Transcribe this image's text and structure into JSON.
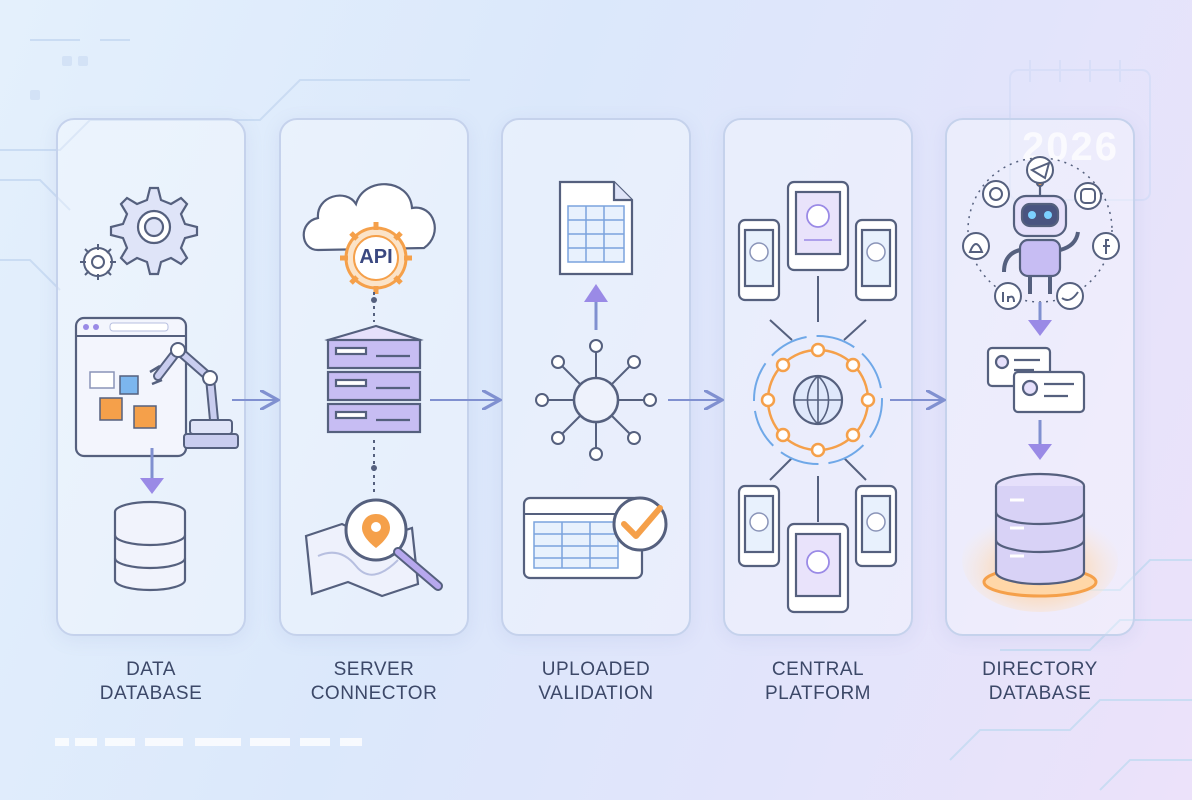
{
  "stages": [
    {
      "line1": "DATA",
      "line2": "DATABASE"
    },
    {
      "line1": "SERVER",
      "line2": "CONNECTOR"
    },
    {
      "line1": "UPLOADED",
      "line2": "VALIDATION"
    },
    {
      "line1": "CENTRAL",
      "line2": "PLATFORM"
    },
    {
      "line1": "DIRECTORY",
      "line2": "DATABASE"
    }
  ],
  "api_label": "API",
  "year_label": "2026",
  "colors": {
    "stroke": "#55607e",
    "accent_purple": "#9a8ae6",
    "accent_blue": "#6fa8e8",
    "accent_orange": "#f5a04a",
    "arrow": "#8090d0"
  },
  "icons": [
    "gear-icon",
    "robot-arm-icon",
    "database-icon",
    "cloud-api-icon",
    "server-rack-icon",
    "map-search-icon",
    "spreadsheet-icon",
    "network-hub-icon",
    "validated-table-icon",
    "phone-icon",
    "tablet-icon",
    "globe-icon",
    "chatbot-icon",
    "whatsapp-icon",
    "telegram-icon",
    "instagram-icon",
    "facebook-icon",
    "twitter-icon",
    "linkedin-icon",
    "snapchat-icon",
    "contact-card-icon",
    "glowing-database-icon"
  ]
}
